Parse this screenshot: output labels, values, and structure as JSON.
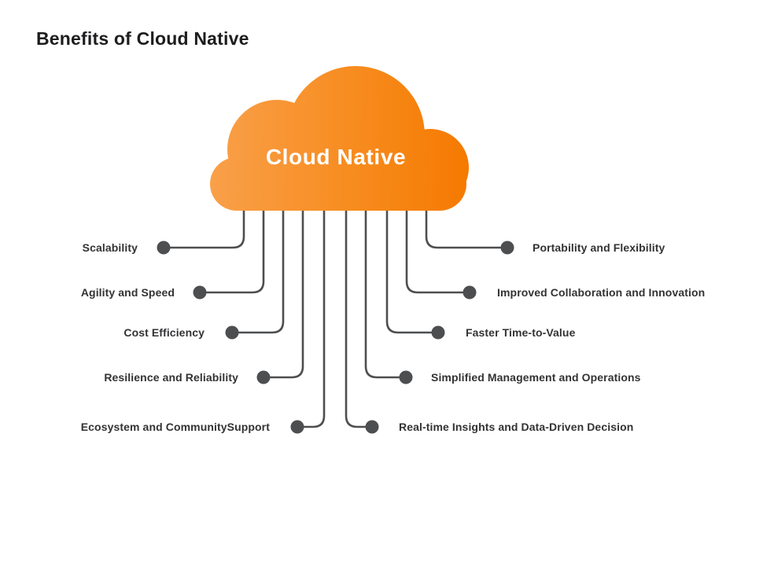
{
  "page": {
    "title": "Benefits of Cloud Native",
    "background_color": "#ffffff",
    "title_color": "#1d1d1f"
  },
  "cloud": {
    "label": "Cloud Native",
    "gradient_left": "#F9A04A",
    "gradient_right": "#F57A00",
    "label_color": "#ffffff"
  },
  "connectors": {
    "line_color": "#4d4e50",
    "dot_color": "#4d4e50",
    "label_color": "#333335"
  },
  "benefits": {
    "left": [
      {
        "label": "Scalability"
      },
      {
        "label": "Agility and Speed"
      },
      {
        "label": "Cost Efficiency"
      },
      {
        "label": "Resilience and Reliability"
      },
      {
        "label": "Ecosystem and CommunitySupport"
      }
    ],
    "right": [
      {
        "label": "Portability and Flexibility"
      },
      {
        "label": "Improved Collaboration and Innovation"
      },
      {
        "label": "Faster Time-to-Value"
      },
      {
        "label": "Simplified Management and Operations"
      },
      {
        "label": "Real-time Insights and Data-Driven Decision"
      }
    ]
  }
}
